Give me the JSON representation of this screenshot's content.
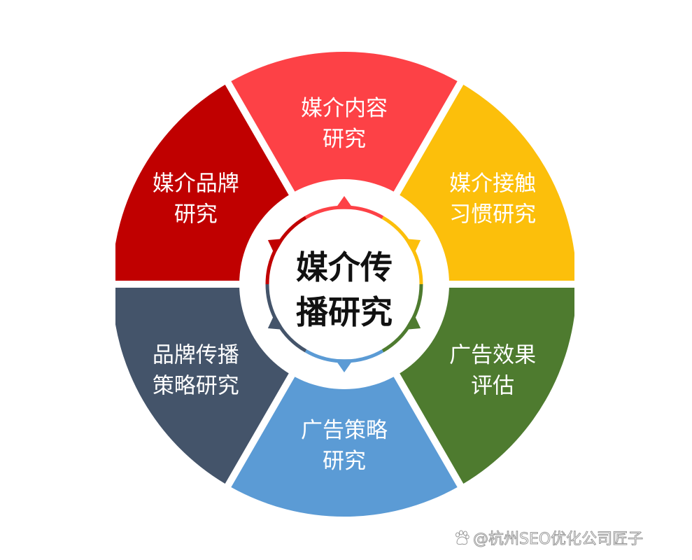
{
  "diagram": {
    "type": "segmented-wheel",
    "center": {
      "lines": [
        "媒介传",
        "播研究"
      ],
      "ring_color": "#ffffff"
    },
    "segments": [
      {
        "id": "top",
        "lines": [
          "媒介内容",
          "研究"
        ],
        "color": "#fd4146"
      },
      {
        "id": "upper-right",
        "lines": [
          "媒介接触",
          "习惯研究"
        ],
        "color": "#fcbf0b"
      },
      {
        "id": "lower-right",
        "lines": [
          "广告效果",
          "评估"
        ],
        "color": "#4e7b2f"
      },
      {
        "id": "bottom",
        "lines": [
          "广告策略",
          "研究"
        ],
        "color": "#5b9bd5"
      },
      {
        "id": "lower-left",
        "lines": [
          "品牌传播",
          "策略研究"
        ],
        "color": "#44546a"
      },
      {
        "id": "upper-left",
        "lines": [
          "媒介品牌",
          "研究"
        ],
        "color": "#c00000"
      }
    ]
  },
  "watermark": {
    "icon": "baidu-paw-icon",
    "text": "@杭州SEO优化公司匠子"
  }
}
